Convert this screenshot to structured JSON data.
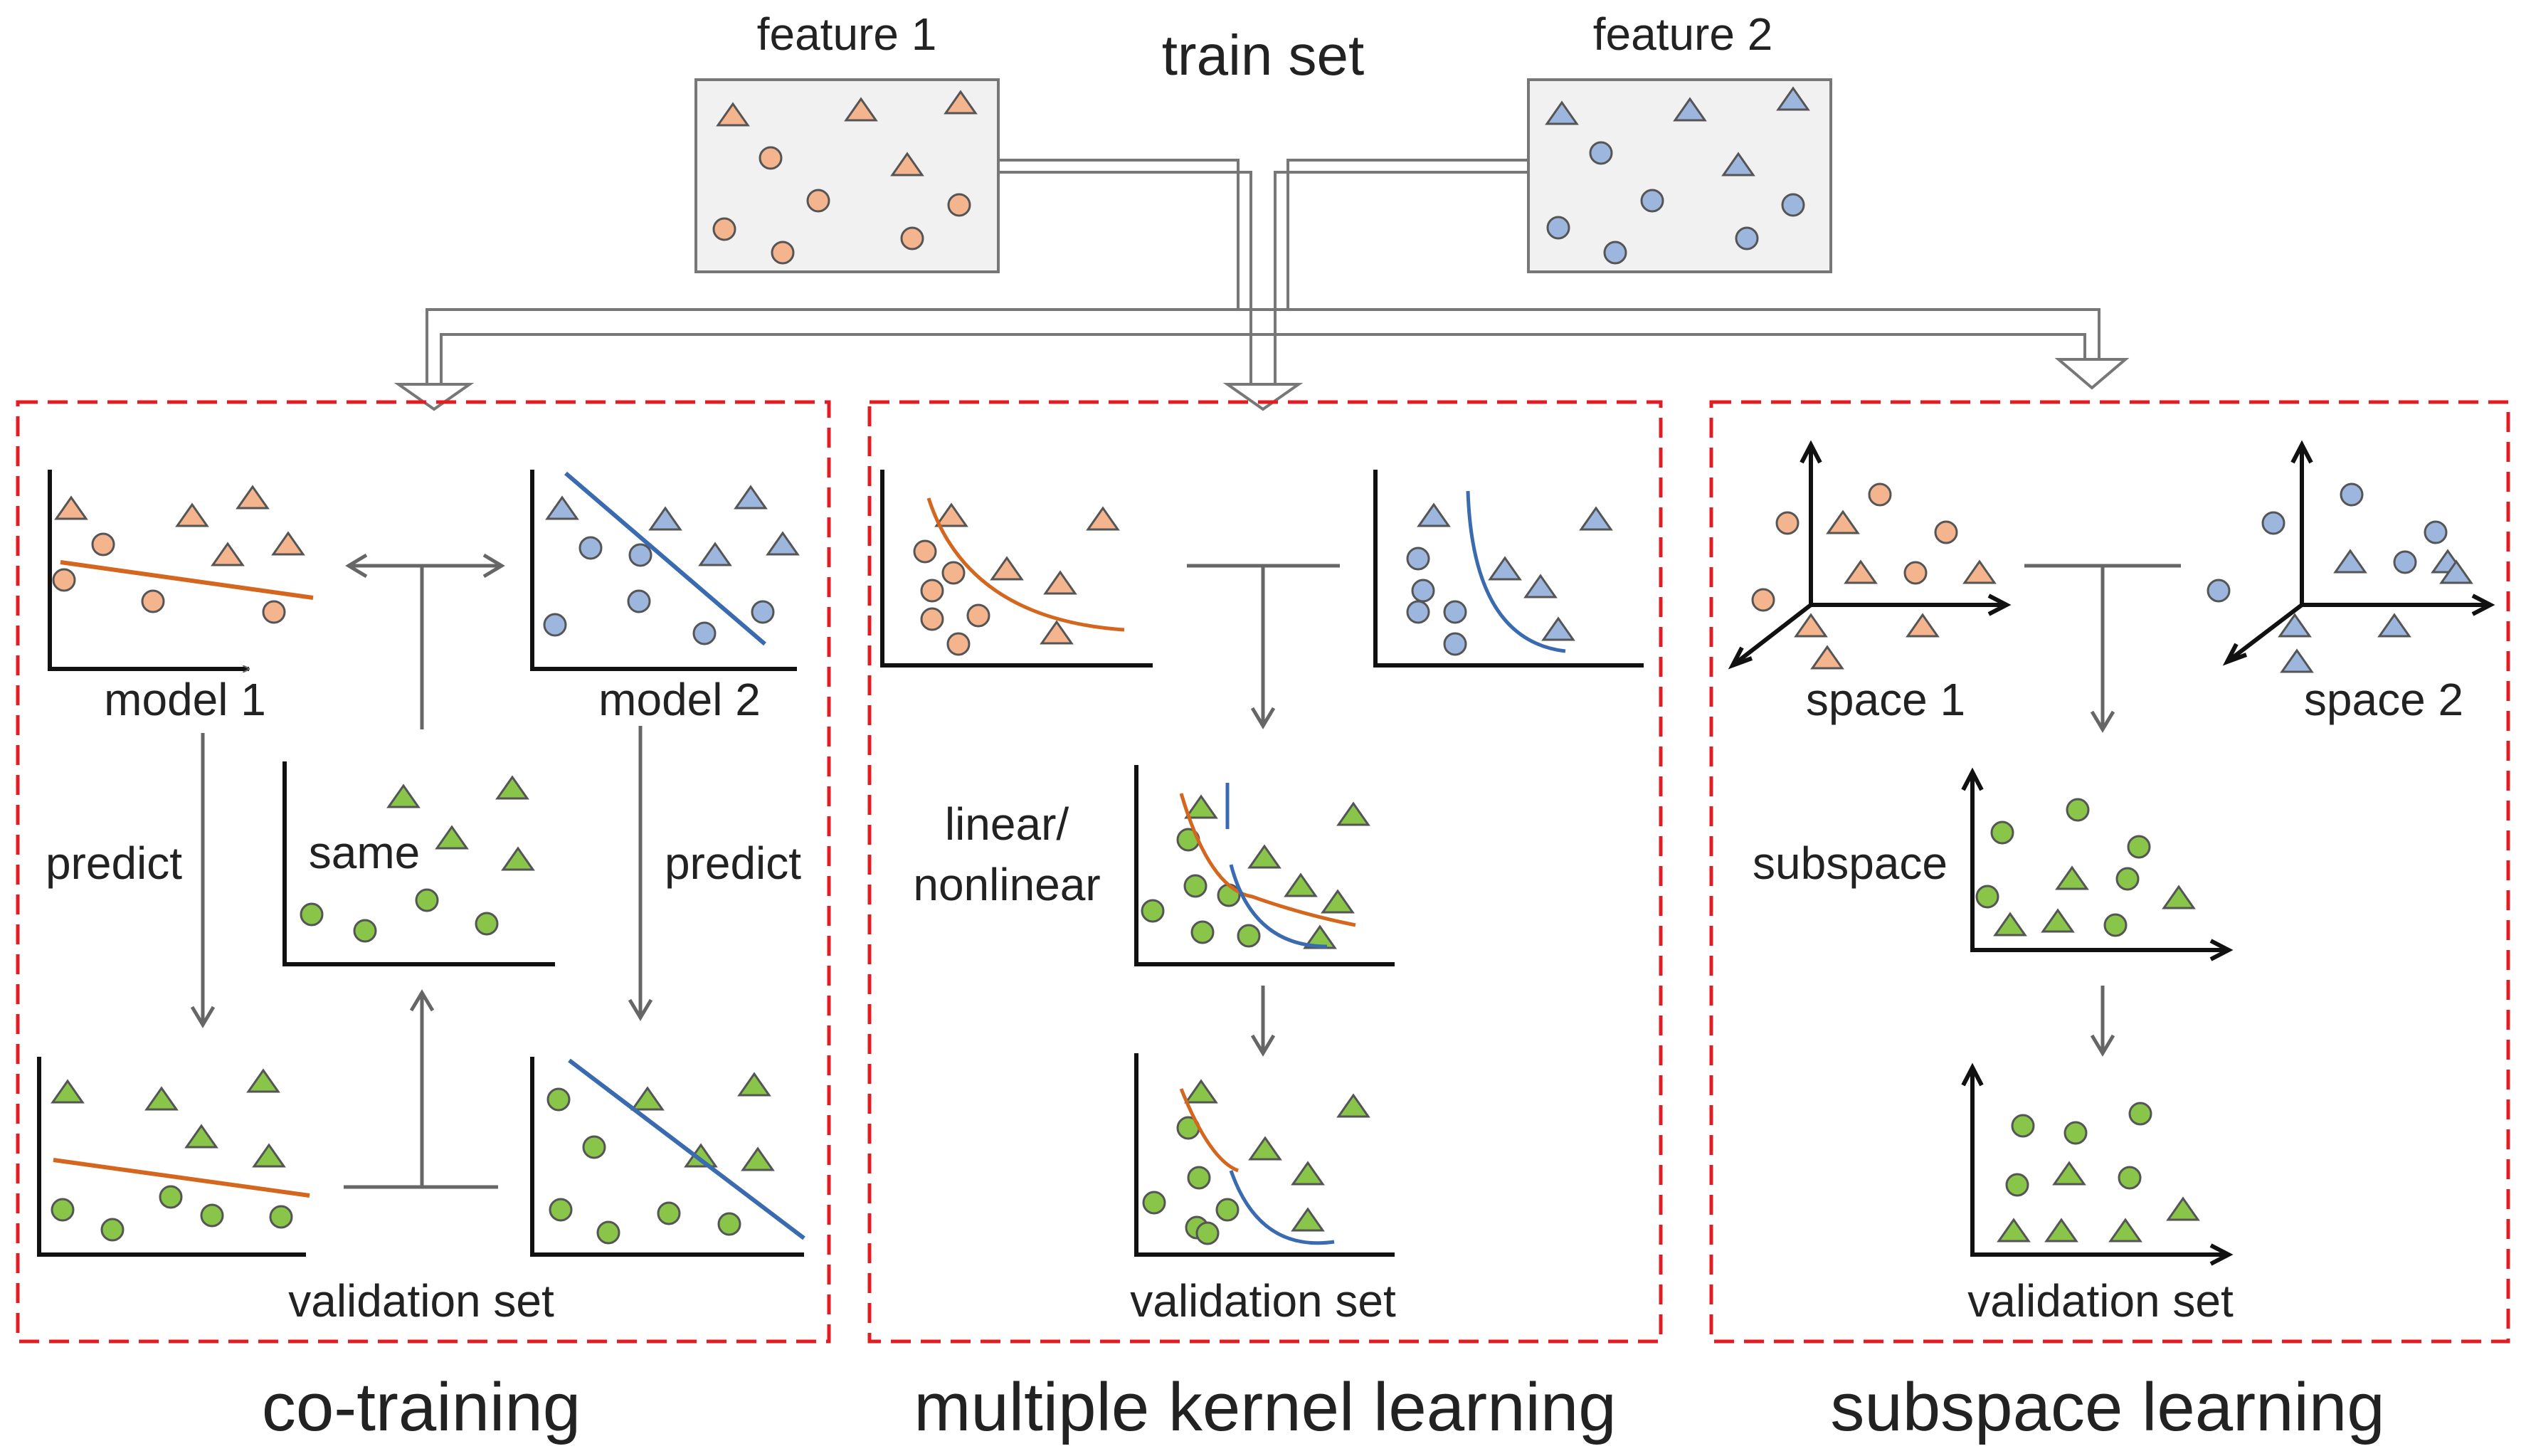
{
  "colors": {
    "feature1": "#F3B48E",
    "feature2": "#9DB6DD",
    "validation": "#88C548",
    "line1": "#D4661E",
    "line2": "#3A6BB0",
    "frame": "#E21C23",
    "arrow": "#666666",
    "box_fill": "#F1F1F1"
  },
  "train": {
    "title": "train set",
    "feature1_label": "feature  1",
    "feature2_label": "feature 2"
  },
  "cotraining": {
    "title": "co-training",
    "model1": "model 1",
    "model2": "model 2",
    "predict_left": "predict",
    "predict_right": "predict",
    "same": "same",
    "validation": "validation set"
  },
  "mkl": {
    "title": "multiple kernel learning",
    "linear": "linear/",
    "nonlinear": "nonlinear",
    "validation": "validation set"
  },
  "subspace": {
    "title": "subspace learning",
    "space1": "space 1",
    "space2": "space 2",
    "subspace": "subspace",
    "validation": "validation set"
  }
}
